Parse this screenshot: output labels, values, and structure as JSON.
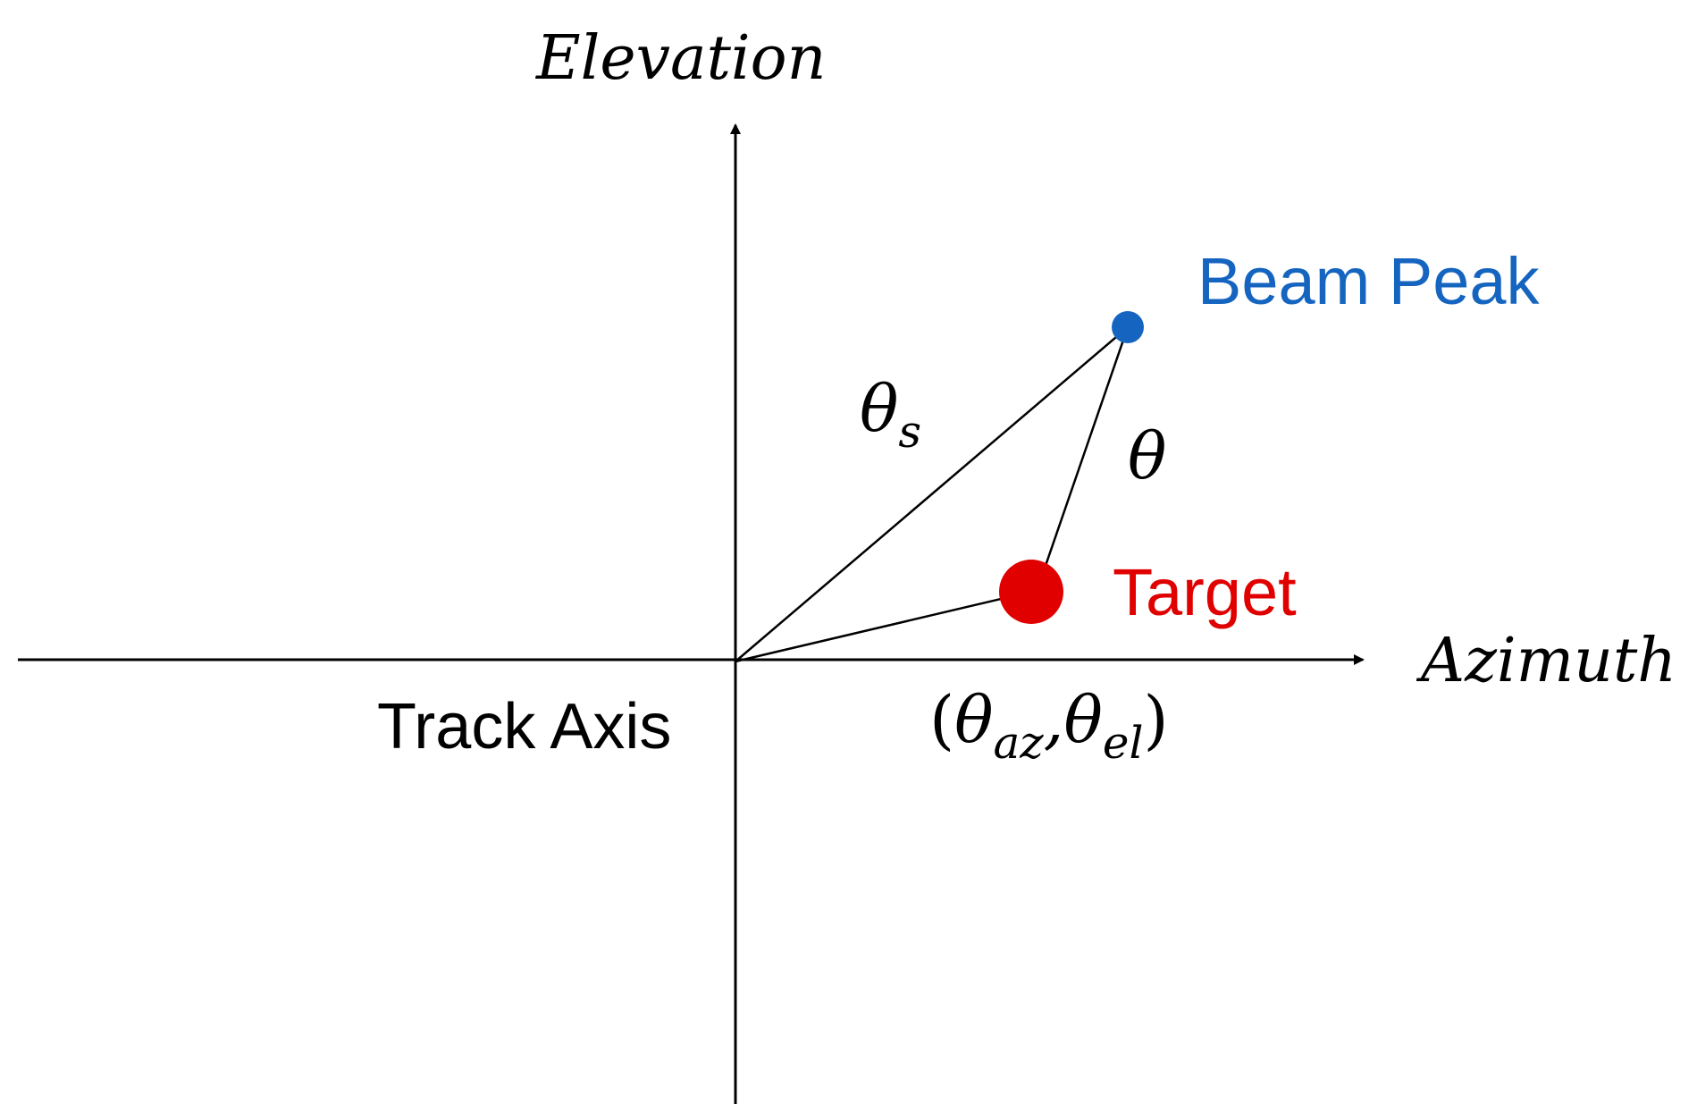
{
  "axes": {
    "vertical_label": "Elevation",
    "horizontal_label": "Azimuth",
    "origin_label": "Track Axis"
  },
  "points": {
    "beam_peak": {
      "label": "Beam Peak",
      "color": "#1565c0"
    },
    "target": {
      "label": "Target",
      "color": "#e00000"
    }
  },
  "angles": {
    "theta_s": {
      "symbol": "θ",
      "subscript": "s"
    },
    "theta": {
      "symbol": "θ"
    },
    "target_coords": {
      "open": "(",
      "symbol_az": "θ",
      "sub_az": "az",
      "separator": ",",
      "symbol_el": "θ",
      "sub_el": "el",
      "close": ")"
    }
  },
  "colors": {
    "axis": "#000000",
    "line": "#000000"
  }
}
